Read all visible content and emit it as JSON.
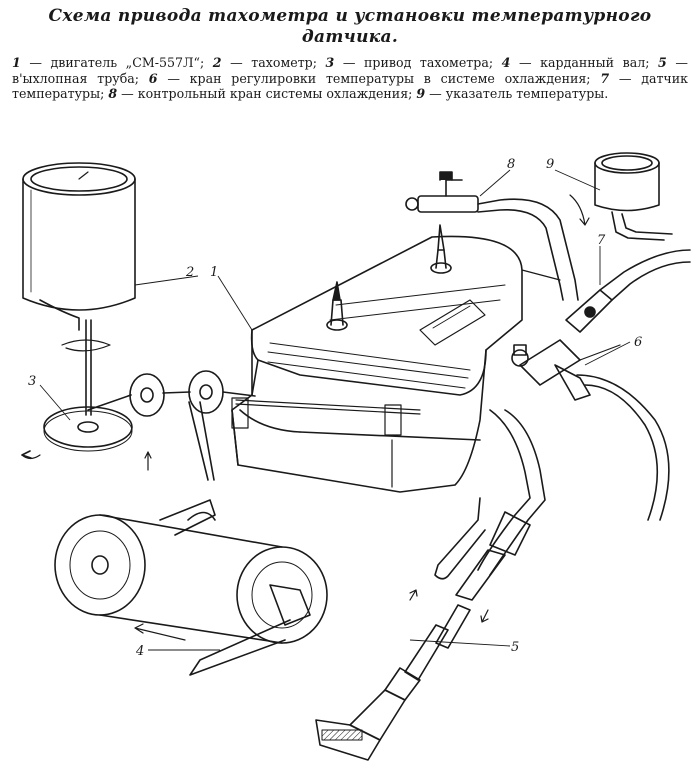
{
  "title": "Схема привода тахометра и установки температурного датчика.",
  "caption": [
    {
      "num": "1",
      "text": " — двигатель „СМ-557Л“; "
    },
    {
      "num": "2",
      "text": " — тахометр; "
    },
    {
      "num": "3",
      "text": " — привод тахометра; "
    },
    {
      "num": "4",
      "text": " — карданный вал; "
    },
    {
      "num": "5",
      "text": " — в'ыхлопная труба; "
    },
    {
      "num": "6",
      "text": " — кран регулировки температуры в системе охлаждения; "
    },
    {
      "num": "7",
      "text": " — датчик температуры; "
    },
    {
      "num": "8",
      "text": " — контрольный кран системы охлаждения; "
    },
    {
      "num": "9",
      "text": " — указатель температуры."
    }
  ],
  "callouts": {
    "c1": "1",
    "c2": "2",
    "c3": "3",
    "c4": "4",
    "c5": "5",
    "c6": "6",
    "c7": "7",
    "c8": "8",
    "c9": "9"
  },
  "colors": {
    "ink": "#1a1a1a",
    "paper": "#ffffff"
  }
}
